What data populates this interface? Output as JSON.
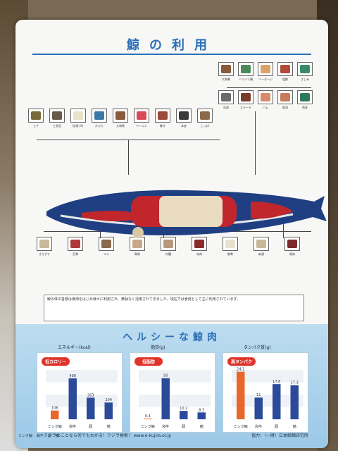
{
  "poster": {
    "title": "鯨の利用",
    "healthy_title": "ヘルシーな鯨肉",
    "note_text": "鯨の体の各部は食用をはじめ様々に利用され、無駄なく活用されてきました。現在では食用として主に利用されています。",
    "footer_url": "クジラのことなら何でもわかる！クジラ検索！ www.e-kujira.or.jp",
    "credit": "協力：（一財）日本鯨類研究所",
    "legend": [
      "ミンク鯨",
      "和牛",
      "豚",
      "鶏"
    ]
  },
  "products_top": [
    {
      "label": "大和煮",
      "color": "#8a5a3a"
    },
    {
      "label": "ハリハリ鍋",
      "color": "#4a8a5a"
    },
    {
      "label": "ソーセージ",
      "color": "#d9a46a"
    },
    {
      "label": "塩鯨",
      "color": "#b04a3a"
    },
    {
      "label": "さしみ",
      "color": "#3a8a6a"
    }
  ],
  "products_mid": [
    {
      "label": "缶詰",
      "color": "#6a6a6a"
    },
    {
      "label": "ステーキ",
      "color": "#7a3a2a"
    },
    {
      "label": "ハム",
      "color": "#d98a6a"
    },
    {
      "label": "尾羽",
      "color": "#c87a5a"
    },
    {
      "label": "刺身",
      "color": "#2a7a5a"
    }
  ],
  "products_left": [
    {
      "label": "ヒゲ",
      "color": "#7a6a3a"
    },
    {
      "label": "工芸品",
      "color": "#6a5a4a"
    },
    {
      "label": "松浦づけ",
      "color": "#e8e2c8"
    },
    {
      "label": "かぶら",
      "color": "#3a7aa8"
    },
    {
      "label": "大和煮",
      "color": "#8a5a3a"
    },
    {
      "label": "ベーコン",
      "color": "#d84a5a"
    },
    {
      "label": "鯨汁",
      "color": "#9a4a3a"
    },
    {
      "label": "本皮",
      "color": "#3a3a3a"
    },
    {
      "label": "しっぽ",
      "color": "#8a6a4a"
    }
  ],
  "products_bottom": [
    {
      "label": "さえずり",
      "color": "#c8b89a"
    },
    {
      "label": "百尋",
      "color": "#b03a3a"
    },
    {
      "label": "マメ",
      "color": "#8a6a4a"
    },
    {
      "label": "胃袋",
      "color": "#c8a88a"
    },
    {
      "label": "内臓",
      "color": "#b8987a"
    },
    {
      "label": "赤肉",
      "color": "#8a2a2a"
    },
    {
      "label": "鯨骨",
      "color": "#e8e2d2"
    },
    {
      "label": "畝須",
      "color": "#c8b89a"
    },
    {
      "label": "尾肉",
      "color": "#7a2a2a"
    }
  ],
  "charts": [
    {
      "type": "bar",
      "title": "エネルギー(kcal)",
      "badge": "低カロリー",
      "categories": [
        "ミンク鯨",
        "和牛",
        "豚",
        "鶏"
      ],
      "values": [
        106,
        498,
        263,
        204
      ],
      "ylim": [
        0,
        600
      ],
      "colors": [
        "#e8672a",
        "#2b4a9a",
        "#2b4a9a",
        "#2b4a9a"
      ]
    },
    {
      "type": "bar",
      "title": "脂質(g)",
      "badge": "低脂肪",
      "categories": [
        "ミンク鯨",
        "和牛",
        "豚",
        "鶏"
      ],
      "values": [
        0.4,
        50.0,
        10.2,
        8.3
      ],
      "ylim": [
        0,
        60
      ],
      "colors": [
        "#e8672a",
        "#2b4a9a",
        "#2b4a9a",
        "#2b4a9a"
      ]
    },
    {
      "type": "bar",
      "title": "タンパク質(g)",
      "badge": "高タンパク",
      "categories": [
        "ミンク鯨",
        "和牛",
        "豚",
        "鶏"
      ],
      "values": [
        24.1,
        11.0,
        17.8,
        17.3
      ],
      "ylim": [
        0,
        25
      ],
      "colors": [
        "#e8672a",
        "#2b4a9a",
        "#2b4a9a",
        "#2b4a9a"
      ]
    }
  ],
  "chart_data": [
    {
      "type": "bar",
      "title": "エネルギー(kcal)",
      "categories": [
        "ミンク鯨",
        "和牛",
        "豚",
        "鶏"
      ],
      "values": [
        106,
        498,
        263,
        204
      ],
      "ylim": [
        0,
        600
      ]
    },
    {
      "type": "bar",
      "title": "脂質(g)",
      "categories": [
        "ミンク鯨",
        "和牛",
        "豚",
        "鶏"
      ],
      "values": [
        0.4,
        50.0,
        10.2,
        8.3
      ],
      "ylim": [
        0,
        60
      ]
    },
    {
      "type": "bar",
      "title": "タンパク質(g)",
      "categories": [
        "ミンク鯨",
        "和牛",
        "豚",
        "鶏"
      ],
      "values": [
        24.1,
        11.0,
        17.8,
        17.3
      ],
      "ylim": [
        0,
        25
      ]
    }
  ],
  "colors": {
    "title_blue": "#2a6fb7",
    "orange": "#e8672a",
    "navy": "#2b4a9a",
    "badge_red": "#e0332a"
  }
}
